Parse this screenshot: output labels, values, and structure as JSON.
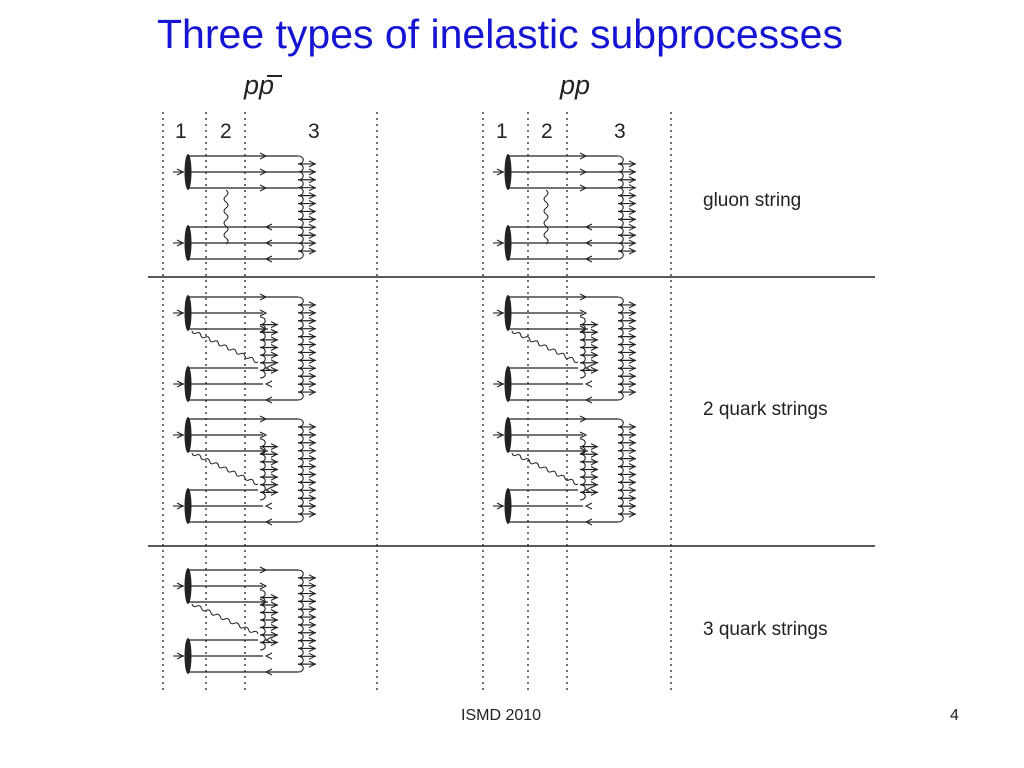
{
  "slide": {
    "title": "Three types of inelastic subprocesses",
    "footer_center": "ISMD 2010",
    "page_number": "4"
  },
  "figure": {
    "columns": [
      {
        "header": "pp",
        "overbar_on_second": true,
        "region_numbers": [
          "1",
          "2",
          "3"
        ]
      },
      {
        "header": "pp",
        "overbar_on_second": false,
        "region_numbers": [
          "1",
          "2",
          "3"
        ]
      }
    ],
    "rows": [
      {
        "label": "gluon string"
      },
      {
        "label": "2 quark strings"
      },
      {
        "label": "3 quark strings"
      }
    ]
  },
  "colors": {
    "title": "#1414d2",
    "ink": "#222222"
  }
}
